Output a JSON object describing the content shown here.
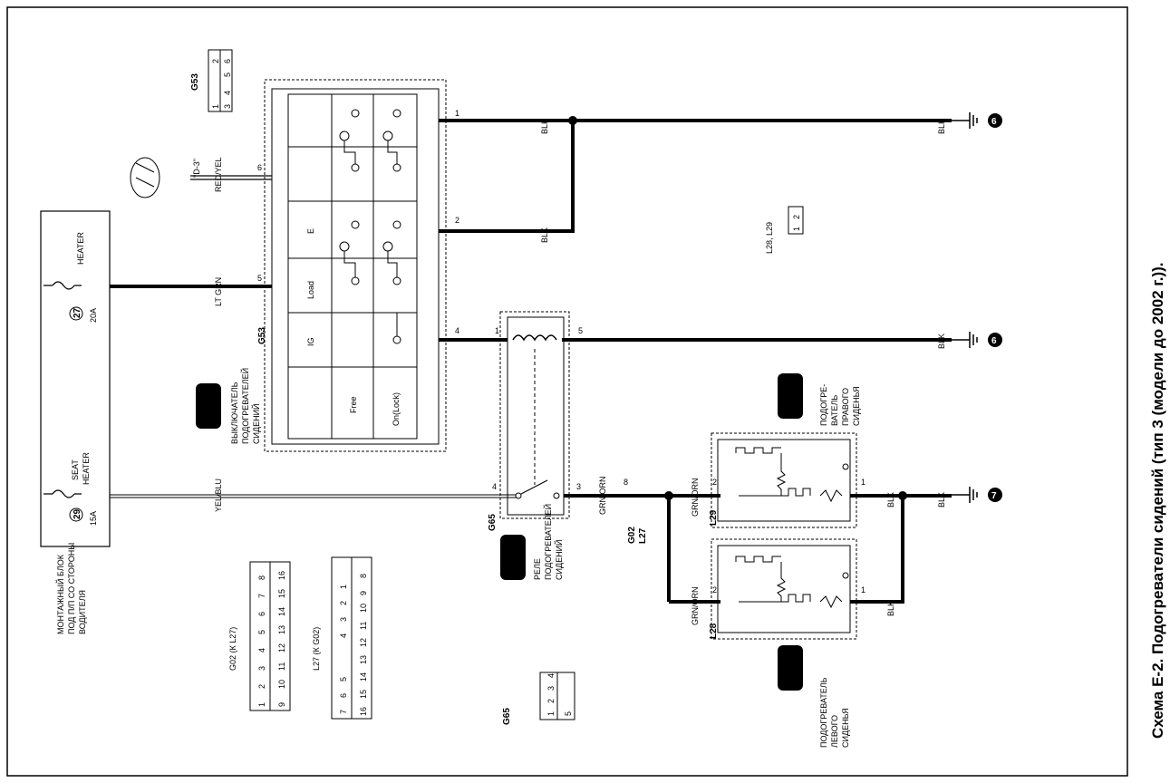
{
  "caption": "Схема Е-2. Подогреватели сидений (тип 3 (модели до 2002 г.)).",
  "fuse_block": {
    "label": "МОНТАЖНЫЙ БЛОК ПОД П/П СО СТОРОНЫ ВОДИТЕЛЯ",
    "fuses": [
      {
        "number": "29",
        "rating": "15A",
        "name": "SEAT HEATER"
      },
      {
        "number": "27",
        "rating": "20A",
        "name": "HEATER"
      }
    ]
  },
  "wires": {
    "yel_blu": "YEL/BLU",
    "lt_grn": "LT GRN",
    "red_yel": "RED/YEL",
    "blk": "BLK",
    "grn_orn": "GRN/ORN"
  },
  "switch": {
    "connector": "G53",
    "label": "ВЫКЛЮЧАТЕЛЬ ПОДОГРЕВАТЕЛЕЙ СИДЕНИЙ",
    "columns": [
      "IG",
      "Load",
      "E"
    ],
    "rows": [
      "Free",
      "On(Lock)"
    ],
    "pins": [
      "6",
      "5",
      "4",
      "1",
      "2"
    ],
    "illum_label": "\"D-3\""
  },
  "relay": {
    "connector": "G65",
    "label": "РЕЛЕ ПОДОГРЕВАТЕЛЕЙ СИДЕНИЙ",
    "pins": [
      "1",
      "5",
      "4",
      "3"
    ]
  },
  "inline_connector": {
    "a": "G02",
    "b": "L27",
    "pin": "8"
  },
  "heaters": [
    {
      "connector": "L29",
      "label": "ПОДОГРЕВАТЕЛЬ ПРАВОГО СИДЕНЬЯ",
      "pin_in": "2",
      "pin_out": "1"
    },
    {
      "connector": "L28",
      "label": "ПОДОГРЕВАТЕЛЬ ЛЕВОГО СИДЕНЬЯ",
      "pin_in": "2",
      "pin_out": "1"
    }
  ],
  "grounds": [
    "6",
    "6",
    "7"
  ],
  "connector_views": {
    "g53": {
      "title": "G53",
      "cells": [
        "1",
        "2",
        "3",
        "4",
        "5",
        "6"
      ]
    },
    "l28_l29": {
      "title": "L28, L29",
      "cells": [
        "1",
        "2"
      ]
    },
    "g02": {
      "title": "G02 (К L27)",
      "cells": [
        "1",
        "2",
        "3",
        "4",
        "5",
        "6",
        "7",
        "8",
        "9",
        "10",
        "11",
        "12",
        "13",
        "14",
        "15",
        "16"
      ]
    },
    "l27": {
      "title": "L27 (К G02)",
      "cells": [
        "7",
        "6",
        "5",
        "4",
        "3",
        "2",
        "1",
        "16",
        "15",
        "14",
        "13",
        "12",
        "11",
        "10",
        "9",
        "8"
      ]
    },
    "g65": {
      "title": "G65",
      "cells": [
        "1",
        "2",
        "3",
        "4",
        "5"
      ]
    }
  },
  "symbol_icons": [
    "relay-block-icon",
    "seat-heater-icon",
    "ground-icon"
  ]
}
